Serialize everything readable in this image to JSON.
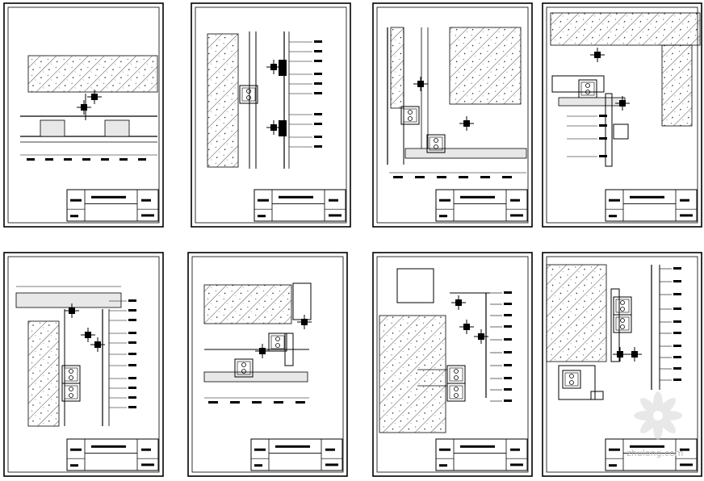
{
  "sheets": [
    {
      "id": 1
    },
    {
      "id": 2
    },
    {
      "id": 3
    },
    {
      "id": 4
    },
    {
      "id": 5
    },
    {
      "id": 6
    },
    {
      "id": 7
    },
    {
      "id": 8
    }
  ],
  "watermark": {
    "text": "zhulong.com",
    "color": "#c4c4c4"
  },
  "colors": {
    "line": "#000000",
    "paper": "#ffffff",
    "hatch": "#000000",
    "wash": "#e8e8e8"
  }
}
